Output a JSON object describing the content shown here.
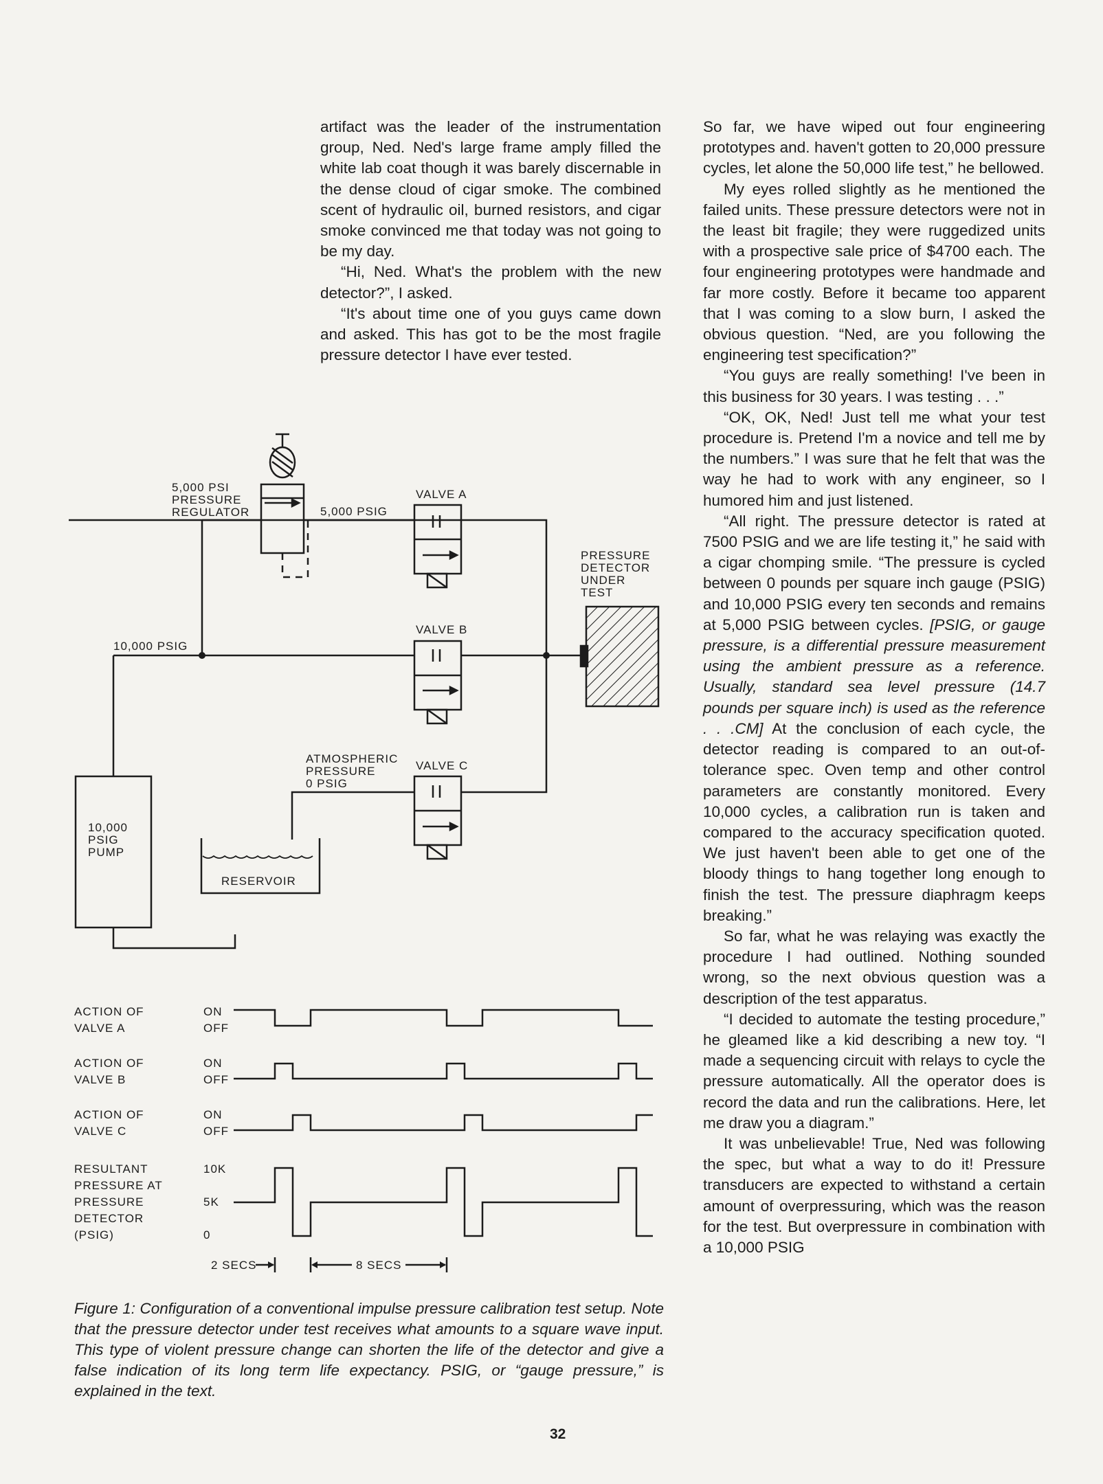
{
  "column_mid": {
    "p1": "artifact was the leader of the instrumentation group, Ned. Ned's large frame amply filled the white lab coat though it was barely discernable in the dense cloud of cigar smoke. The combined scent of hydraulic oil, burned resistors, and cigar smoke convinced me that today was not going to be my day.",
    "p2": "“Hi, Ned. What's the problem with the new detector?”, I asked.",
    "p3": "“It's about time one of you guys came down and asked. This has got to be the most fragile pressure detector I have ever tested."
  },
  "column_right": {
    "p1": "So far, we have wiped out four engineering prototypes and. haven't gotten to 20,000 pressure cycles, let alone the 50,000 life test,” he bellowed.",
    "p2": "My eyes rolled slightly as he mentioned the failed units. These pressure detectors were not in the least bit fragile; they were ruggedized units with a prospective sale price of $4700 each. The four engineering prototypes were handmade and far more costly. Before it became too apparent that I was coming to a slow burn, I asked the obvious question. “Ned, are you following the engineering test specification?”",
    "p3": "“You guys are really something! I've been in this business for 30 years. I was testing . . .”",
    "p4": "“OK, OK, Ned! Just tell me what your test procedure is. Pretend I'm a novice and tell me by the numbers.” I was sure that he felt that was the way he had to work with any engineer, so I humored him and just listened.",
    "p5a": "“All right. The pressure detector is rated at 7500 PSIG and we are life testing it,” he said with a cigar chomping smile. “The pressure is cycled between 0 pounds per square inch gauge (PSIG) and 10,000 PSIG every ten seconds and remains at 5,000 PSIG between cycles. ",
    "p5_italic": "[PSIG, or gauge pressure, is a differential pressure measurement using the ambient pressure as a reference. Usually, standard sea level pressure (14.7 pounds per square inch) is used as the reference . . .CM]",
    "p5b": " At the conclusion of each cycle, the detector reading is compared to an out-of-tolerance spec. Oven temp and other control parameters are constantly monitored. Every 10,000 cycles, a calibration run is taken and compared to the accuracy specification quoted. We just haven't been able to get one of the bloody things to hang together long enough to finish the test. The pressure diaphragm keeps breaking.”",
    "p6": "So far, what he was relaying was exactly the procedure I had outlined. Nothing sounded wrong, so the next obvious question was a description of the test apparatus.",
    "p7": "“I decided to automate the testing procedure,” he gleamed like a kid describing a new toy. “I made a sequencing circuit with relays to cycle the pressure automatically. All the operator does is record the data and run the calibrations. Here, let me draw you a diagram.”",
    "p8": "It was unbelievable! True, Ned was following the spec, but what a way to do it! Pressure transducers are expected to withstand a certain amount of overpressuring, which was the reason for the test. But overpressure in combination with a 10,000 PSIG"
  },
  "figure": {
    "regulator_label": [
      "5,000 PSI",
      "PRESSURE",
      "REGULATOR"
    ],
    "psig_5000": "5,000 PSIG",
    "psig_10000": "10,000 PSIG",
    "valve_a": "VALVE A",
    "valve_b": "VALVE B",
    "valve_c": "VALVE C",
    "detector_label": [
      "PRESSURE",
      "DETECTOR",
      "UNDER",
      "TEST"
    ],
    "atmospheric_label": [
      "ATMOSPHERIC",
      "PRESSURE",
      "0 PSIG"
    ],
    "pump_label": [
      "10,000",
      "PSIG",
      "PUMP"
    ],
    "reservoir": "RESERVOIR",
    "timing": {
      "valve_a_label": [
        "ACTION OF",
        "VALVE A"
      ],
      "valve_b_label": [
        "ACTION OF",
        "VALVE B"
      ],
      "valve_c_label": [
        "ACTION OF",
        "VALVE C"
      ],
      "pressure_label": [
        "RESULTANT",
        "PRESSURE AT",
        "PRESSURE",
        "DETECTOR",
        "(PSIG)"
      ],
      "on": "ON",
      "off": "OFF",
      "p10k": "10K",
      "p5k": "5K",
      "p0": "0",
      "secs2": "2 SECS",
      "secs8": "8 SECS"
    }
  },
  "caption": "Figure 1: Configuration of a conventional impulse pressure calibration test setup. Note that the pressure detector under test receives what amounts to a square wave input. This type of violent pressure change can shorten the life of the detector and give a false indication of its long term life expectancy. PSIG, or “gauge pressure,” is explained in the text.",
  "page_number": "32"
}
